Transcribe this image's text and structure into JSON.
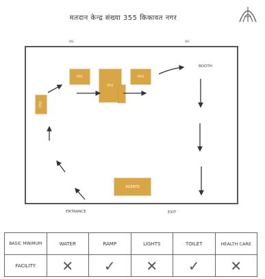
{
  "title": "मतदान केन्द्र संख्या 355 किकावत नगर",
  "diagram": {
    "top_left_label": "WS",
    "top_right_label": "WS",
    "boxes": {
      "left": "CRO",
      "po1": "PO1",
      "po2": "PO2",
      "po3": "PO3",
      "agents": "AGENTS"
    },
    "booth_label": "BOOTH",
    "entrance_label": "ENTRANCE",
    "exit_label": "EXIT"
  },
  "facility_table": {
    "header": [
      "BASIC MINIMUM",
      "WATER",
      "RAMP",
      "LIGHTS",
      "TOILET",
      "HEALTH CARE"
    ],
    "row_label": "FACILITY",
    "status": [
      "✕",
      "✓",
      "✕",
      "✓",
      "✕"
    ]
  }
}
